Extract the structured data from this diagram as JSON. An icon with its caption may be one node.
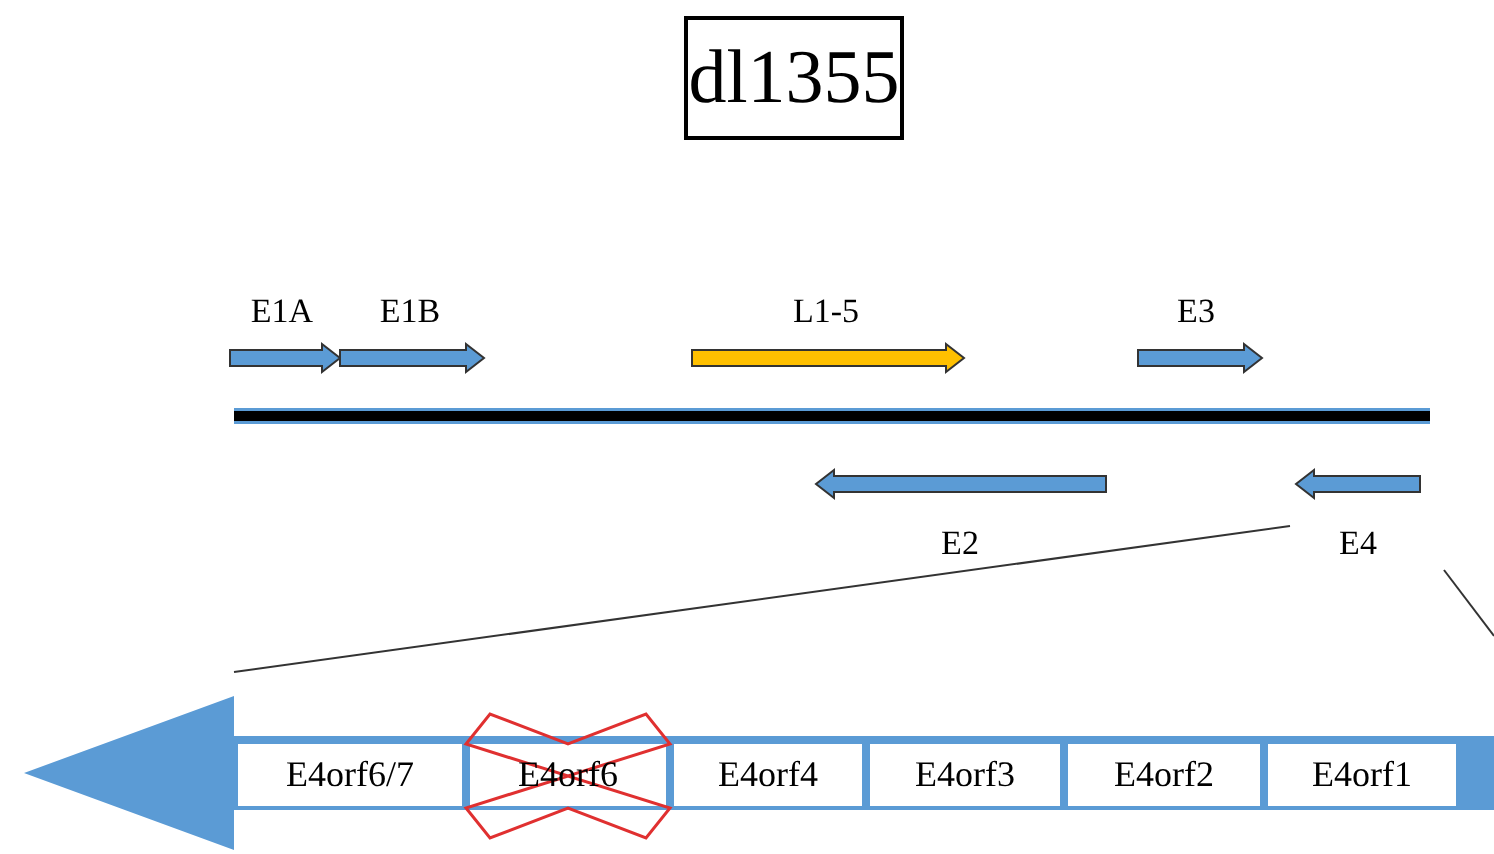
{
  "diagram": {
    "title": "dl1355",
    "nodes": [
      {
        "text": [],
        "shape": "arrow"
      },
      {
        "text": [
          "E4orf6/7"
        ],
        "in": 0
      },
      {
        "text": [
          "E4orf6"
        ],
        "in": 0
      },
      {
        "text": [
          "E4orf4"
        ],
        "in": 0
      },
      {
        "text": [
          "E4orf3"
        ],
        "in": 0
      },
      {
        "text": [
          "E4orf2"
        ],
        "in": 0
      },
      {
        "text": [
          "E4orf1"
        ],
        "in": 0
      }
    ],
    "edges": [],
    "labels": [
      "E1A",
      "E1B",
      "L1-5",
      "E3",
      "E2",
      "E4"
    ]
  }
}
